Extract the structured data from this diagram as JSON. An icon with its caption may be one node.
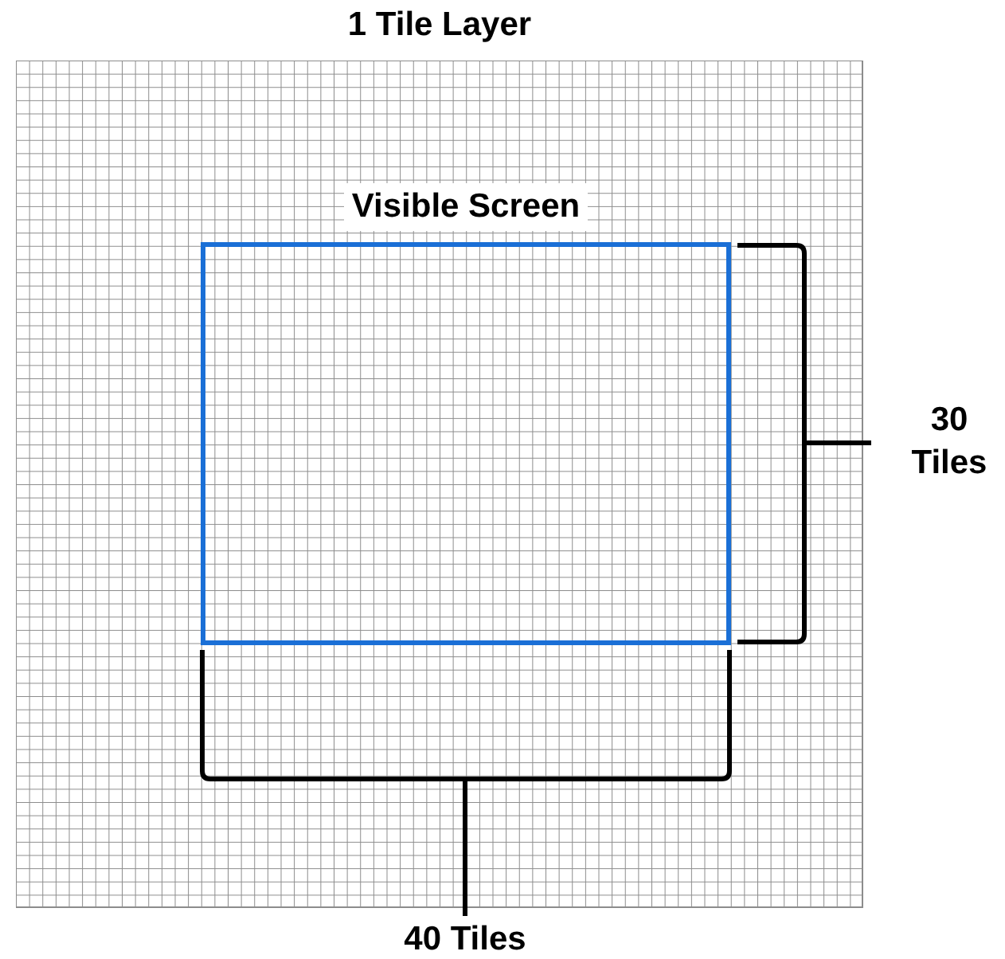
{
  "diagram": {
    "nodes": [
      {
        "text": [
          "1 Tile Layer"
        ]
      },
      {
        "text": [
          "Visible Screen"
        ],
        "in": 0
      }
    ],
    "labels": [
      "30 Tiles",
      "40 Tiles"
    ]
  }
}
